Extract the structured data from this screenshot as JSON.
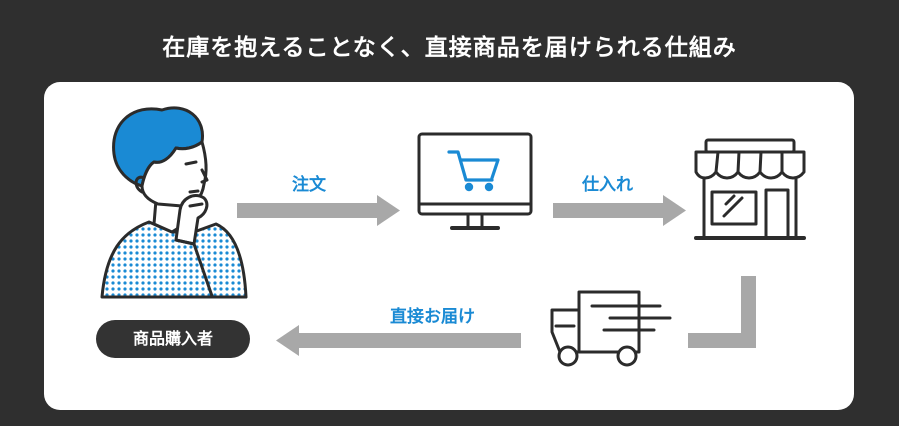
{
  "title": "在庫を抱えることなく、直接商品を届けられる仕組み",
  "buyer_label": "商品購入者",
  "flows": {
    "order": "注文",
    "purchase": "仕入れ",
    "delivery": "直接お届け"
  },
  "icons": {
    "buyer": "person-thinking-icon",
    "computer": "computer-cart-icon",
    "store": "store-icon",
    "truck": "delivery-truck-icon"
  },
  "colors": {
    "background": "#2f2f2f",
    "panel": "#ffffff",
    "accent": "#1a8ad4",
    "arrow": "#a8a8a8",
    "line": "#2b2b2b"
  }
}
